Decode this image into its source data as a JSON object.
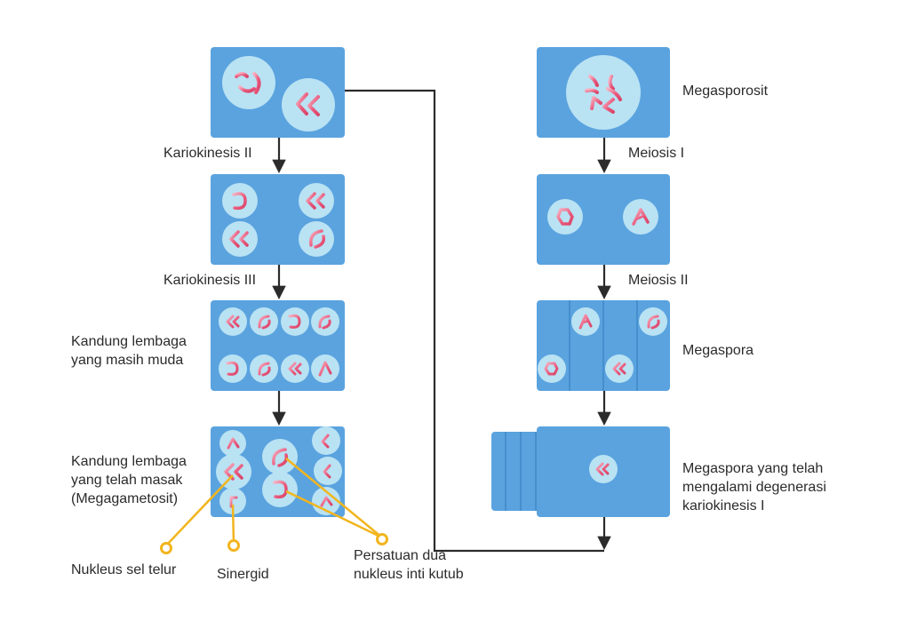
{
  "colors": {
    "cell": "#5aa3df",
    "cell_dark": "#3f88c8",
    "nucleus": "#b9e2f3",
    "nucleus_edge": "#9fd2ea",
    "chromosome": "#e9577a",
    "chromosome_light": "#f6b2c3",
    "arrow": "#2b2b2b",
    "callout": "#f2b51e"
  },
  "labels": {
    "kariokinesis_2": "Kariokinesis II",
    "kariokinesis_3": "Kariokinesis III",
    "kandung_muda": [
      "Kandung lembaga",
      "yang masih muda"
    ],
    "kandung_masak": [
      "Kandung lembaga",
      "yang telah masak",
      "(Megagametosit)"
    ],
    "nukleus_sel_telur": "Nukleus sel telur",
    "sinergid": "Sinergid",
    "persatuan": [
      "Persatuan dua",
      "nukleus inti kutub"
    ],
    "megasporosit": "Megasporosit",
    "meiosis_1": "Meiosis I",
    "meiosis_2": "Meiosis II",
    "megaspora": "Megaspora",
    "megaspora_degenerasi": [
      "Megaspora yang telah",
      "mengalami degenerasi",
      "kariokinesis I"
    ]
  }
}
